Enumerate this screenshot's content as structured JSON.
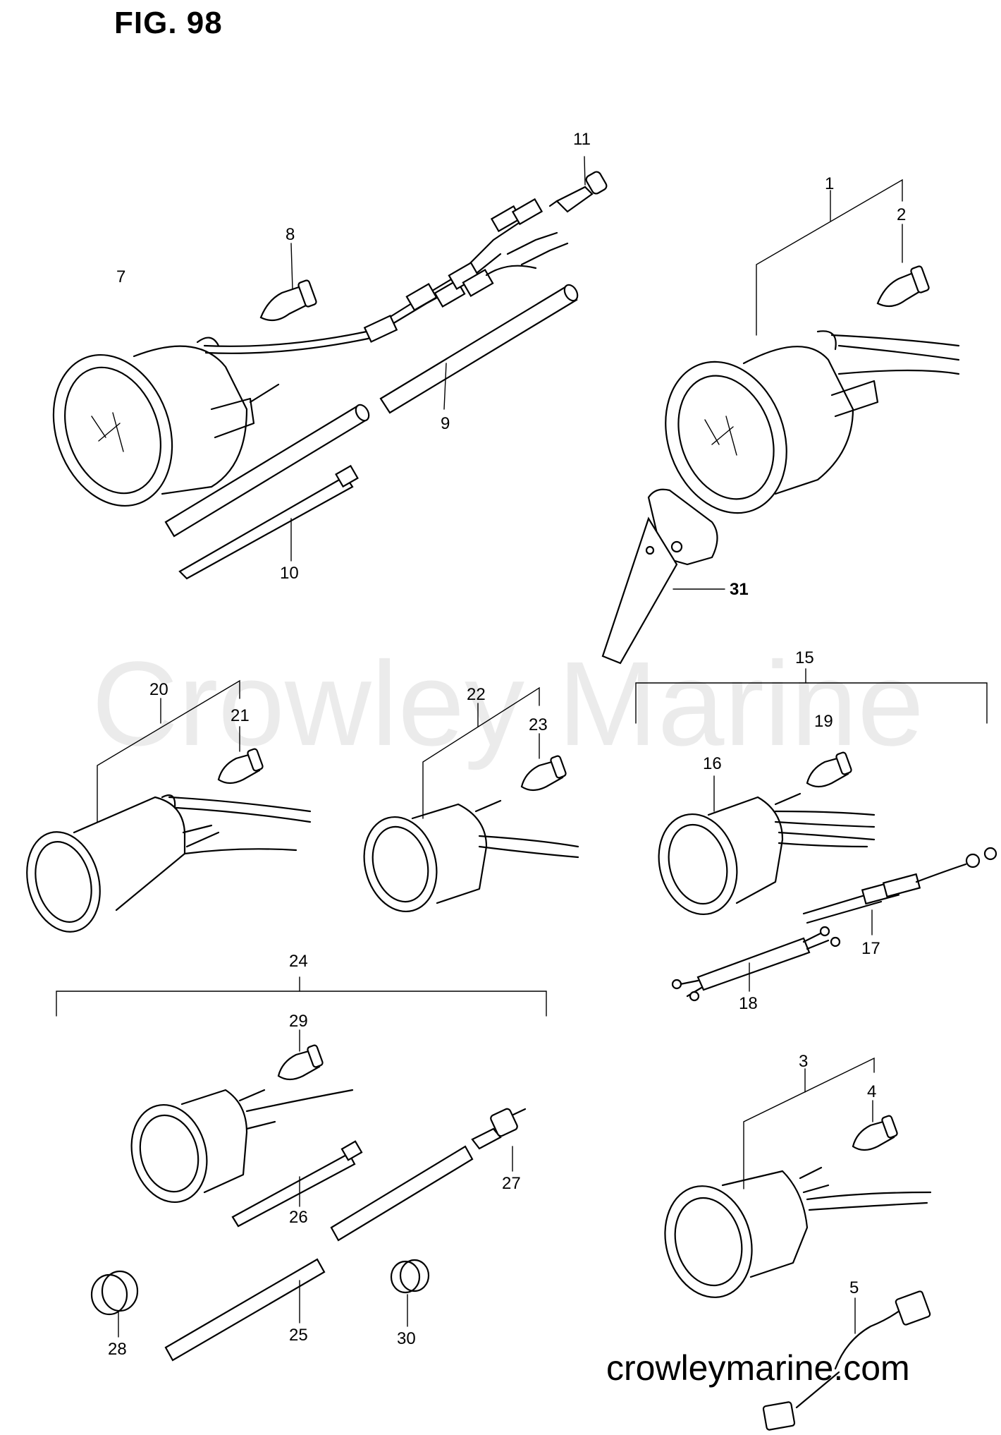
{
  "figure_title": "FIG. 98",
  "watermark": "Crowley Marine",
  "site_label": "crowleymarine.com",
  "callouts": [
    {
      "id": "1",
      "text": "1"
    },
    {
      "id": "2",
      "text": "2"
    },
    {
      "id": "3",
      "text": "3"
    },
    {
      "id": "4",
      "text": "4"
    },
    {
      "id": "5",
      "text": "5"
    },
    {
      "id": "7",
      "text": "7"
    },
    {
      "id": "8",
      "text": "8"
    },
    {
      "id": "9",
      "text": "9"
    },
    {
      "id": "10",
      "text": "10"
    },
    {
      "id": "11",
      "text": "11"
    },
    {
      "id": "15",
      "text": "15"
    },
    {
      "id": "16",
      "text": "16"
    },
    {
      "id": "17",
      "text": "17"
    },
    {
      "id": "18",
      "text": "18"
    },
    {
      "id": "19",
      "text": "19"
    },
    {
      "id": "20",
      "text": "20"
    },
    {
      "id": "21",
      "text": "21"
    },
    {
      "id": "22",
      "text": "22"
    },
    {
      "id": "23",
      "text": "23"
    },
    {
      "id": "24",
      "text": "24"
    },
    {
      "id": "25",
      "text": "25"
    },
    {
      "id": "26",
      "text": "26"
    },
    {
      "id": "27",
      "text": "27"
    },
    {
      "id": "28",
      "text": "28"
    },
    {
      "id": "29",
      "text": "29"
    },
    {
      "id": "30",
      "text": "30"
    },
    {
      "id": "31",
      "text": "31"
    }
  ]
}
